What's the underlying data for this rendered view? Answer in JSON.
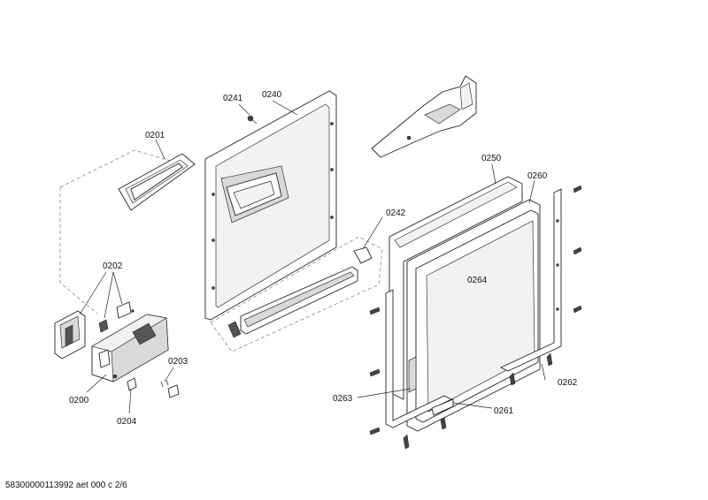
{
  "diagram": {
    "part_labels": {
      "p0200": "0200",
      "p0201": "0201",
      "p0202": "0202",
      "p0203": "0203",
      "p0204": "0204",
      "p0240": "0240",
      "p0241": "0241",
      "p0242": "0242",
      "p0250": "0250",
      "p0260": "0260",
      "p0261": "0261",
      "p0262": "0262",
      "p0263": "0263",
      "p0264": "0264"
    }
  },
  "footer": {
    "document_id": "58300000113992 aet 000 c 2/6"
  }
}
